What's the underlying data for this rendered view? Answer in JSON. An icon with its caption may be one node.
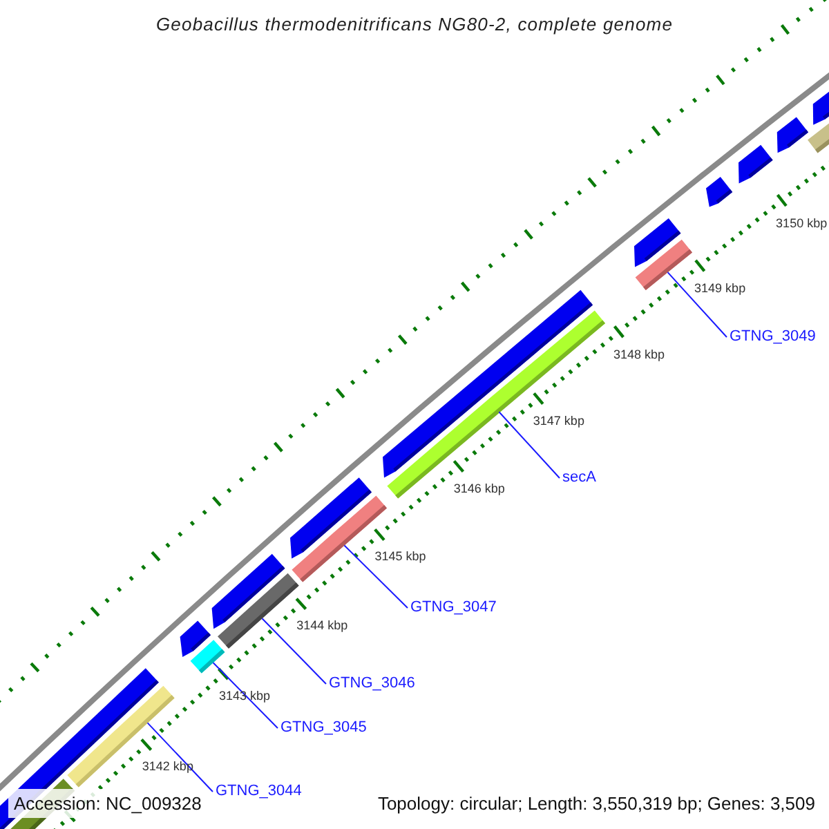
{
  "diagram": {
    "title": "Geobacillus thermodenitrificans NG80-2, complete genome",
    "nodes": [
      {
        "text": [
          "GTNG_3044"
        ]
      },
      {
        "text": [
          "GTNG_3045"
        ]
      },
      {
        "text": [
          "GTNG_3046"
        ]
      },
      {
        "text": [
          "GTNG_3047"
        ]
      },
      {
        "text": [
          "secA"
        ]
      },
      {
        "text": [
          "GTNG_3049"
        ]
      },
      {
        "text": [],
        "shape": "bar"
      },
      {
        "text": [],
        "shape": "bar"
      },
      {
        "text": [],
        "shape": "bar"
      },
      {
        "text": [],
        "shape": "bar"
      },
      {
        "text": [],
        "shape": "bar"
      },
      {
        "text": [],
        "shape": "bar"
      }
    ],
    "edges": [
      {
        "from": 0,
        "to": 6,
        "arrow": "none"
      },
      {
        "from": 1,
        "to": 7,
        "arrow": "none"
      },
      {
        "from": 2,
        "to": 8,
        "arrow": "none"
      },
      {
        "from": 3,
        "to": 9,
        "arrow": "none"
      },
      {
        "from": 4,
        "to": 10,
        "arrow": "none"
      },
      {
        "from": 5,
        "to": 11,
        "arrow": "none"
      }
    ],
    "labels": [
      "3142 kbp",
      "3143 kbp",
      "3144 kbp",
      "3145 kbp",
      "3146 kbp",
      "3147 kbp",
      "3148 kbp",
      "3149 kbp",
      "3150 kbp",
      "Accession: NC_009328",
      "Topology: circular; Length: 3,550,319 bp; Genes: 3,509"
    ]
  }
}
